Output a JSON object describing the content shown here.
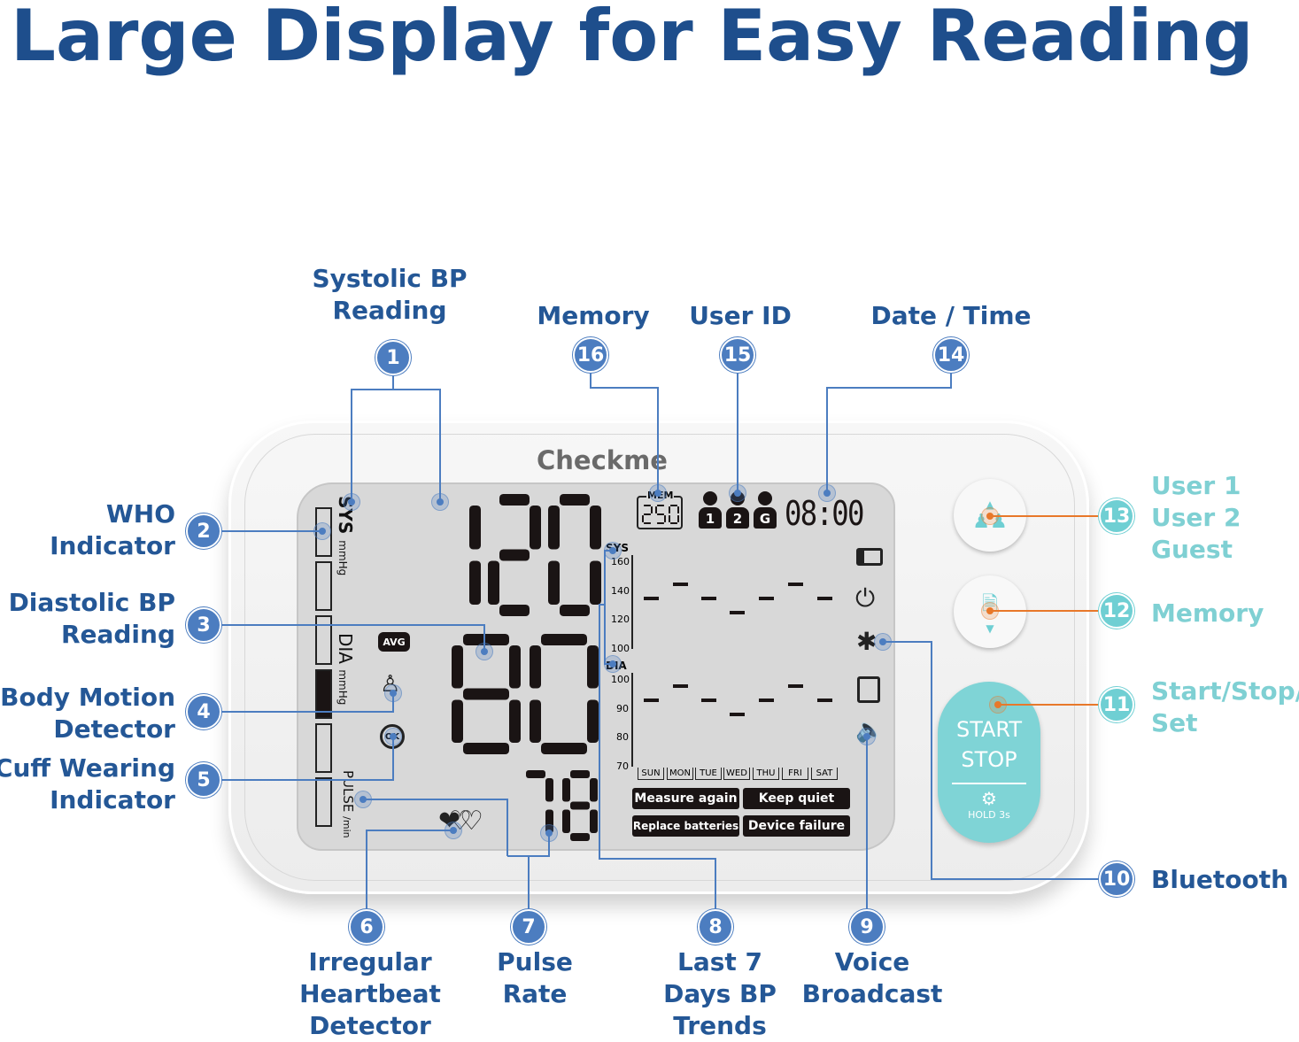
{
  "title": "Large Display for Easy Reading",
  "brand": "Checkme",
  "callouts": [
    {
      "n": "1",
      "label": "Systolic BP\nReading"
    },
    {
      "n": "2",
      "label": "WHO\nIndicator"
    },
    {
      "n": "3",
      "label": "Diastolic BP\nReading"
    },
    {
      "n": "4",
      "label": "Body Motion\nDetector"
    },
    {
      "n": "5",
      "label": "Cuff Wearing\nIndicator"
    },
    {
      "n": "6",
      "label": "Irregular\nHeartbeat\nDetector"
    },
    {
      "n": "7",
      "label": "Pulse\nRate"
    },
    {
      "n": "8",
      "label": "Last 7\nDays BP\nTrends"
    },
    {
      "n": "9",
      "label": "Voice\nBroadcast"
    },
    {
      "n": "10",
      "label": "Bluetooth"
    },
    {
      "n": "11",
      "label": "Start/Stop/\nSet"
    },
    {
      "n": "12",
      "label": "Memory"
    },
    {
      "n": "13",
      "label": "User 1\nUser 2\nGuest"
    },
    {
      "n": "14",
      "label": "Date / Time"
    },
    {
      "n": "15",
      "label": "User ID"
    },
    {
      "n": "16",
      "label": "Memory"
    }
  ],
  "lcd": {
    "sys_value": "120",
    "dia_value": "80",
    "pulse_value": "78",
    "sys_label": "SYS",
    "sys_unit": "mmHg",
    "dia_label": "DIA",
    "dia_unit": "mmHg",
    "pulse_label": "PULSE",
    "pulse_unit": "/min",
    "avg": "AVG",
    "ok": "OK",
    "mem_label": "MEM",
    "mem_value": "250",
    "users": [
      "1",
      "2",
      "G"
    ],
    "time": "08:00",
    "who_level_active": 4,
    "messages": [
      "Measure again",
      "Keep quiet",
      "Replace batteries",
      "Device failure"
    ],
    "trend_sys_label": "SYS",
    "trend_dia_label": "DIA"
  },
  "chart_data": {
    "type": "scatter",
    "categories": [
      "SUN",
      "MON",
      "TUE",
      "WED",
      "THU",
      "FRI",
      "SAT"
    ],
    "series": [
      {
        "name": "SYS",
        "values": [
          135,
          145,
          135,
          125,
          135,
          145,
          135
        ],
        "ticks": [
          160,
          140,
          120,
          100
        ],
        "ylim": [
          100,
          160
        ]
      },
      {
        "name": "DIA",
        "values": [
          93,
          98,
          93,
          88,
          93,
          98,
          93
        ],
        "ticks": [
          100,
          90,
          80,
          70
        ],
        "ylim": [
          70,
          100
        ]
      }
    ]
  },
  "buttons": {
    "start": "START",
    "stop": "STOP",
    "hold": "HOLD 3s"
  },
  "colors": {
    "title": "#1e4e8c",
    "badge": "#4c7dc0",
    "teal": "#6fcfd3",
    "orange": "#e8782a",
    "lcd": "#d8d8d8"
  }
}
